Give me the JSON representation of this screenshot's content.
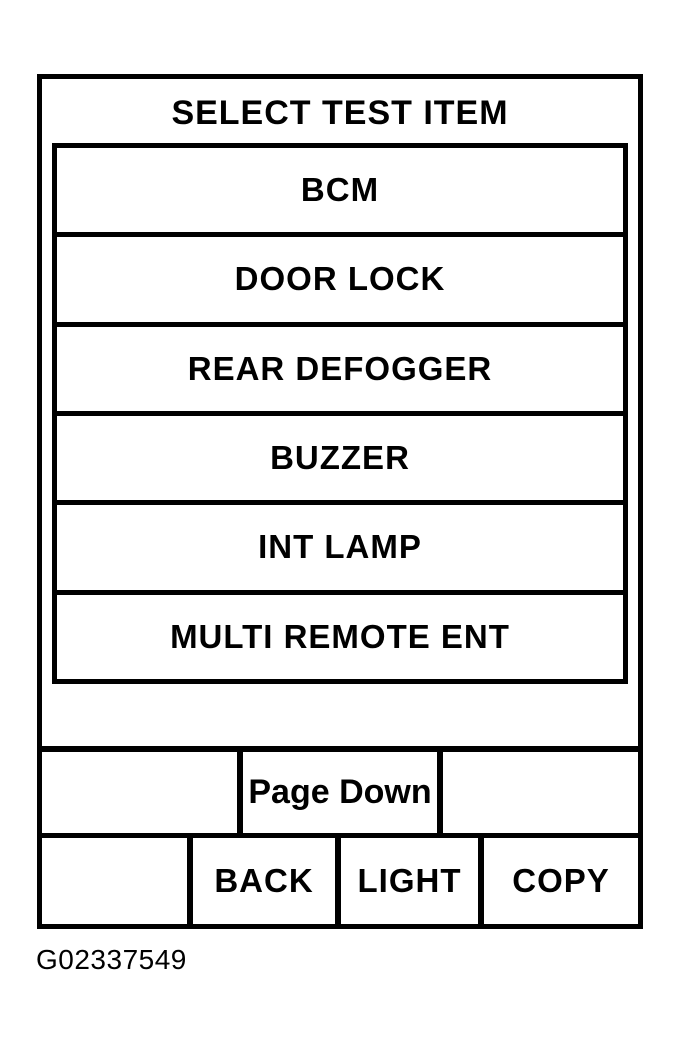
{
  "screen": {
    "title": "SELECT TEST ITEM",
    "menu_items": [
      "BCM",
      "DOOR LOCK",
      "REAR DEFOGGER",
      "BUZZER",
      "INT LAMP",
      "MULTI REMOTE ENT"
    ],
    "softkeys": {
      "page_down": "Page Down",
      "back": "BACK",
      "light": "LIGHT",
      "copy": "COPY"
    }
  },
  "figure": {
    "caption": "G02337549"
  },
  "colors": {
    "foreground": "#000000",
    "background": "#ffffff"
  }
}
